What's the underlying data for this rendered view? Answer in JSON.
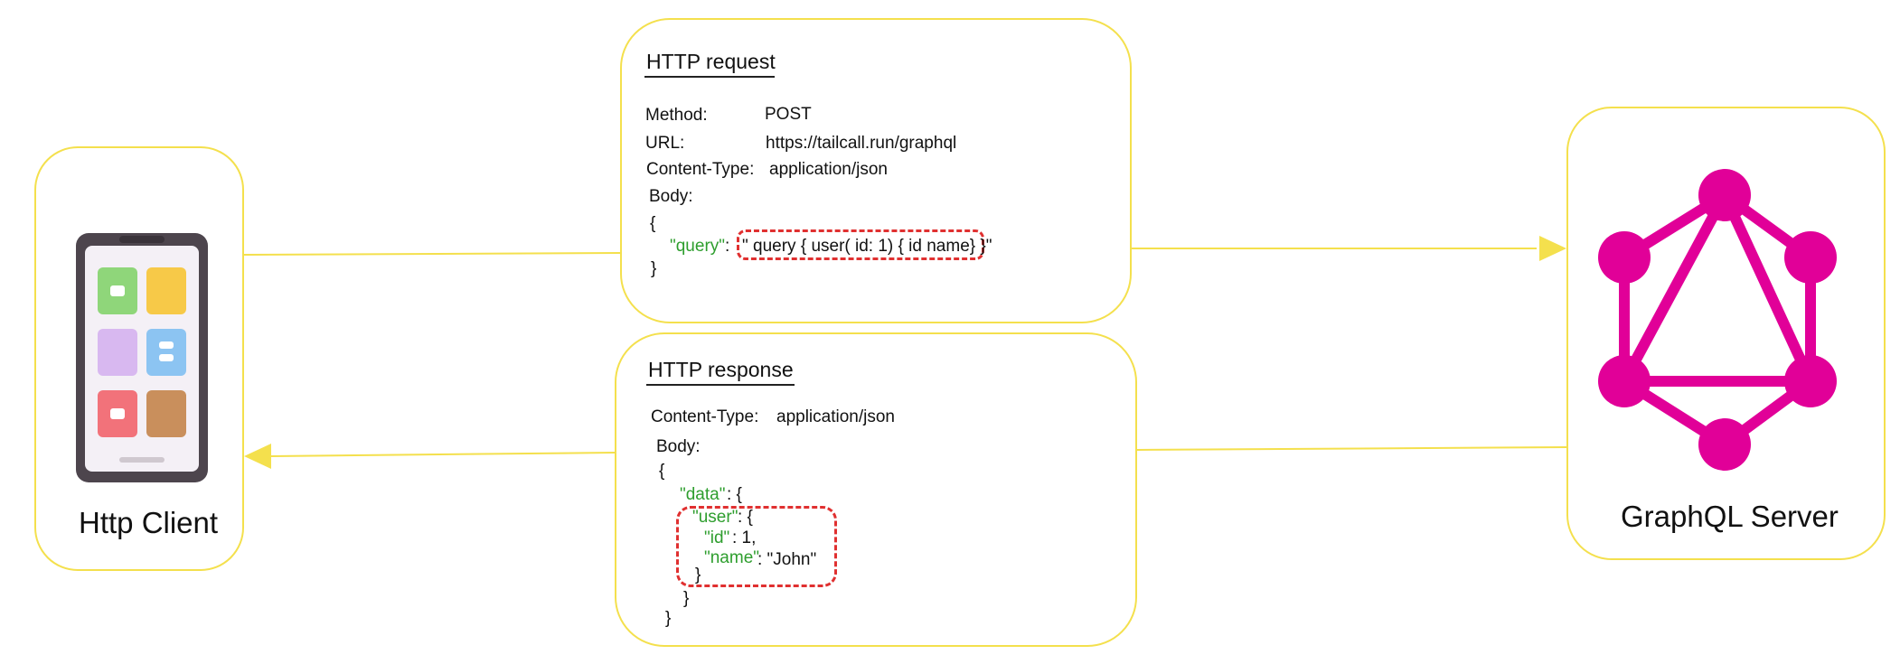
{
  "client": {
    "label": "Http Client"
  },
  "server": {
    "label": "GraphQL Server"
  },
  "request": {
    "title": "HTTP request",
    "method_label": "Method:",
    "method_value": "POST",
    "url_label": "URL:",
    "url_value": "https://tailcall.run/graphql",
    "ct_label": "Content-Type:",
    "ct_value": "application/json",
    "body_label": "Body:",
    "open_brace": "{",
    "query_key": "\"query\"",
    "colon": ":",
    "query_value": "\" query { user( id: 1) { id name} }\"",
    "close_brace": "}"
  },
  "response": {
    "title": "HTTP response",
    "ct_label": "Content-Type:",
    "ct_value": "application/json",
    "body_label": "Body:",
    "open_brace": "{",
    "data_key": "\"data\"",
    "data_colon": ":  {",
    "user_key": "\"user\"",
    "user_colon": ":  {",
    "id_key": "\"id\"",
    "id_value": ":   1,",
    "name_key": "\"name\"",
    "name_value": ":  \"John\"",
    "user_close": "}",
    "data_close": "}",
    "close_brace": "}"
  },
  "colors": {
    "box_border": "#f4e04d",
    "arrow": "#f4e04d",
    "graphql": "#e10098",
    "dashed": "#e03030",
    "json_key": "#2e9e2e"
  },
  "icons": {
    "client": "smartphone-icon",
    "server": "graphql-logo-icon"
  }
}
